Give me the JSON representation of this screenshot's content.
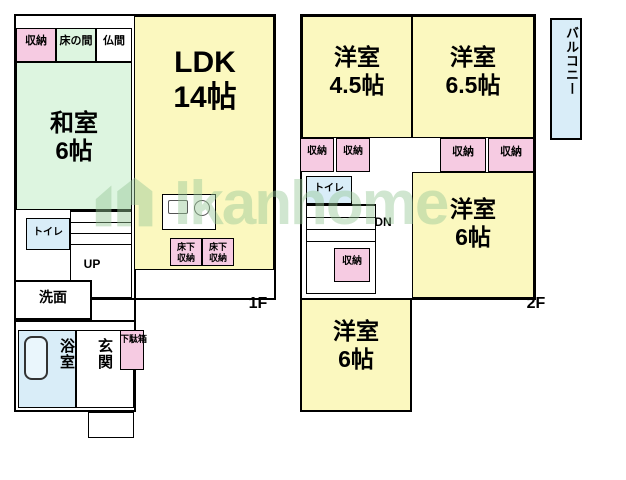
{
  "watermark": {
    "text": "Ikanhome"
  },
  "floors": [
    {
      "id": "1F",
      "label": "1F"
    },
    {
      "id": "2F",
      "label": "2F"
    }
  ],
  "floor1": {
    "rooms": [
      {
        "name": "ldk",
        "label": "LDK\n14帖"
      },
      {
        "name": "washitsu",
        "label": "和室\n6帖"
      }
    ],
    "fixtures": [
      {
        "name": "closet-top",
        "label": "収納"
      },
      {
        "name": "tokonoma",
        "label": "床の間"
      },
      {
        "name": "butsuma",
        "label": "仏間"
      },
      {
        "name": "toilet-1f",
        "label": "トイレ"
      },
      {
        "name": "washroom",
        "label": "洗面"
      },
      {
        "name": "bathroom",
        "label": "浴室"
      },
      {
        "name": "entrance",
        "label": "玄関"
      },
      {
        "name": "shoe-box",
        "label": "下駄箱"
      },
      {
        "name": "underfloor-storage-1",
        "label": "床下\n収納"
      },
      {
        "name": "underfloor-storage-2",
        "label": "床下\n収納"
      },
      {
        "name": "stairs-up",
        "label": "UP"
      }
    ]
  },
  "floor2": {
    "rooms": [
      {
        "name": "yoshitsu-4_5",
        "label": "洋室\n4.5帖"
      },
      {
        "name": "yoshitsu-6_5",
        "label": "洋室\n6.5帖"
      },
      {
        "name": "yoshitsu-6a",
        "label": "洋室\n6帖"
      },
      {
        "name": "yoshitsu-6b",
        "label": "洋室\n6帖"
      }
    ],
    "fixtures": [
      {
        "name": "balcony",
        "label": "バルコニー"
      },
      {
        "name": "closet-a",
        "label": "収納"
      },
      {
        "name": "closet-b",
        "label": "収納"
      },
      {
        "name": "closet-c",
        "label": "収納"
      },
      {
        "name": "closet-d",
        "label": "収納"
      },
      {
        "name": "closet-e",
        "label": "収納"
      },
      {
        "name": "toilet-2f",
        "label": "トイレ"
      },
      {
        "name": "stairs-down",
        "label": "DN"
      }
    ]
  }
}
